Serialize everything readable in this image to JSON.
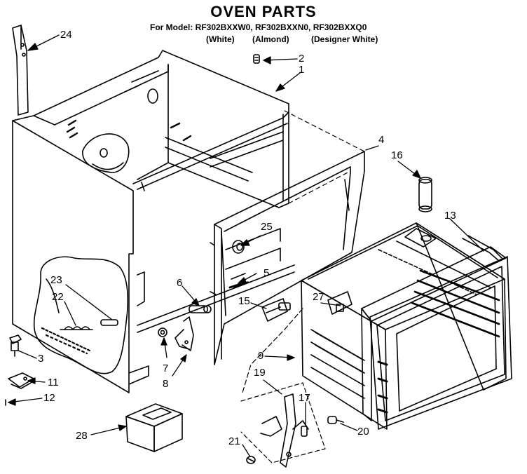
{
  "header": {
    "title": "OVEN PARTS",
    "models": "For Model: RF302BXXW0, RF302BXXN0, RF302BXXQ0",
    "variants": [
      "(White)",
      "(Almond)",
      "(Designer White)"
    ]
  },
  "callouts": {
    "p1": "1",
    "p2": "2",
    "p3": "3",
    "p4": "4",
    "p5": "5",
    "p6": "6",
    "p7": "7",
    "p8": "8",
    "p9": "9",
    "p11": "11",
    "p12": "12",
    "p13": "13",
    "p15": "15",
    "p16": "16",
    "p17": "17",
    "p19": "19",
    "p20": "20",
    "p21": "21",
    "p22": "22",
    "p23": "23",
    "p24": "24",
    "p25": "25",
    "p27": "27",
    "p28": "28"
  }
}
